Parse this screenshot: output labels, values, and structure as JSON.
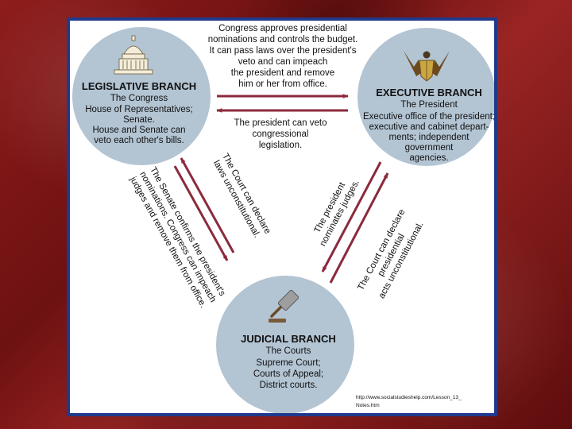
{
  "legislative": {
    "title": "LEGISLATIVE BRANCH",
    "subtitle": "The Congress",
    "lines": [
      "House of Representatives;",
      "Senate.",
      "House and Senate can",
      "veto each other's bills."
    ]
  },
  "executive": {
    "title": "EXECUTIVE BRANCH",
    "subtitle": "The President",
    "lines": [
      "Executive office of the president;",
      "executive and cabinet depart-",
      "ments; independent",
      "government",
      "agencies."
    ]
  },
  "judicial": {
    "title": "JUDICIAL BRANCH",
    "subtitle": "The  Courts",
    "lines": [
      "Supreme Court;",
      "Courts of Appeal;",
      "District courts."
    ]
  },
  "relations": {
    "congress_to_president": [
      "Congress approves presidential",
      "nominations and controls the budget.",
      "It can pass laws over the president's",
      "veto and can impeach",
      "the president and remove",
      "him or her from office."
    ],
    "president_to_congress": [
      "The president can veto",
      "congressional",
      "legislation."
    ],
    "court_to_congress": [
      "The Court can declare",
      "laws unconstitutional."
    ],
    "senate_to_judges": [
      "The Senate confirms the president's",
      "nominations. Congress can impeach",
      "judges and remove them from office."
    ],
    "president_to_court": [
      "The president",
      "nominates judges."
    ],
    "court_to_president": [
      "The Court can declare",
      "presidential",
      "acts unconstitutional."
    ]
  },
  "source": [
    "http://www.socialstudieshelp.com/Lesson_13_",
    "Notes.htm"
  ],
  "colors": {
    "circle": "#b3c4d3",
    "arrow": "#8b2a3c",
    "frame": "#1f3a8c",
    "background": "#7a1515"
  }
}
